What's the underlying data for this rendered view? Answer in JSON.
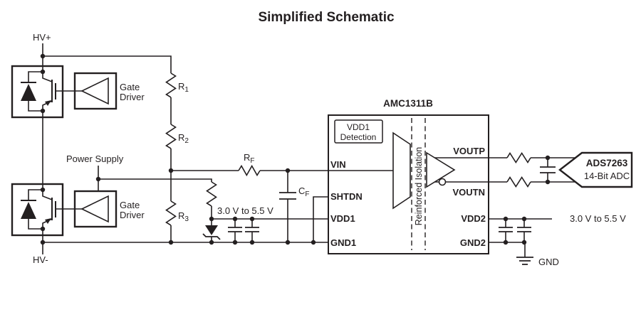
{
  "title": "Simplified Schematic",
  "colors": {
    "ink": "#231f20",
    "background": "#ffffff"
  },
  "labels": {
    "hv_plus": "HV+",
    "hv_minus": "HV-",
    "power_supply": "Power Supply",
    "gate_driver": {
      "line1": "Gate",
      "line2": "Driver"
    },
    "r1": {
      "base": "R",
      "sub": "1"
    },
    "r2": {
      "base": "R",
      "sub": "2"
    },
    "r3": {
      "base": "R",
      "sub": "3"
    },
    "rf": {
      "base": "R",
      "sub": "F"
    },
    "cf": {
      "base": "C",
      "sub": "F"
    },
    "supply_left": "3.0 V to 5.5 V",
    "supply_right": "3.0 V to 5.5 V",
    "gnd": "GND"
  },
  "amc1311b": {
    "name": "AMC1311B",
    "vdd1_detection": {
      "line1": "VDD1",
      "line2": "Detection"
    },
    "isolation": "Reinforced Isolation",
    "pins_left": [
      "VIN",
      "SHTDN",
      "VDD1",
      "GND1"
    ],
    "pins_right": [
      "VOUTP",
      "VOUTN",
      "VDD2",
      "GND2"
    ]
  },
  "adc": {
    "name": "ADS7263",
    "desc": "14-Bit ADC"
  }
}
